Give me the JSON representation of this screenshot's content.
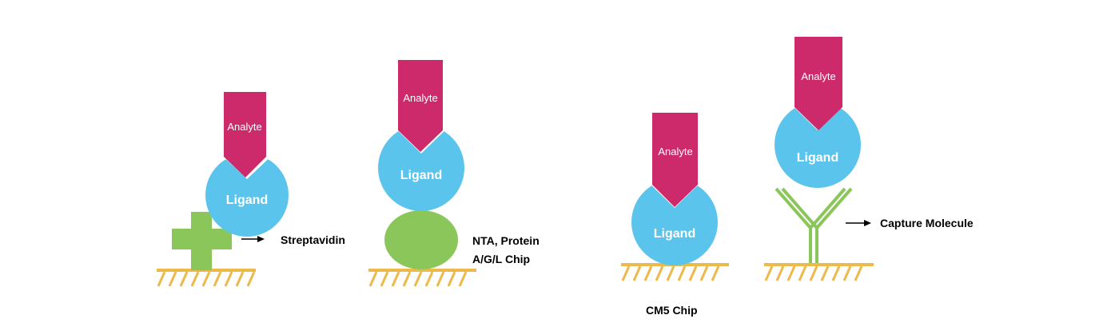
{
  "panels": [
    {
      "analyte_label": "Analyte",
      "ligand_label": "Ligand",
      "annotation": "Streptavidin"
    },
    {
      "analyte_label": "Analyte",
      "ligand_label": "Ligand",
      "annotation_line1": "NTA, Protein",
      "annotation_line2": "A/G/L Chip"
    },
    {
      "analyte_label": "Analyte",
      "ligand_label": "Ligand",
      "annotation": "CM5 Chip"
    },
    {
      "analyte_label": "Analyte",
      "ligand_label": "Ligand",
      "annotation": "Capture Molecule"
    }
  ],
  "colors": {
    "analyte": "#cc2a6a",
    "ligand": "#5bc4ec",
    "linker": "#8bc65a",
    "surface": "#ecb94a"
  }
}
